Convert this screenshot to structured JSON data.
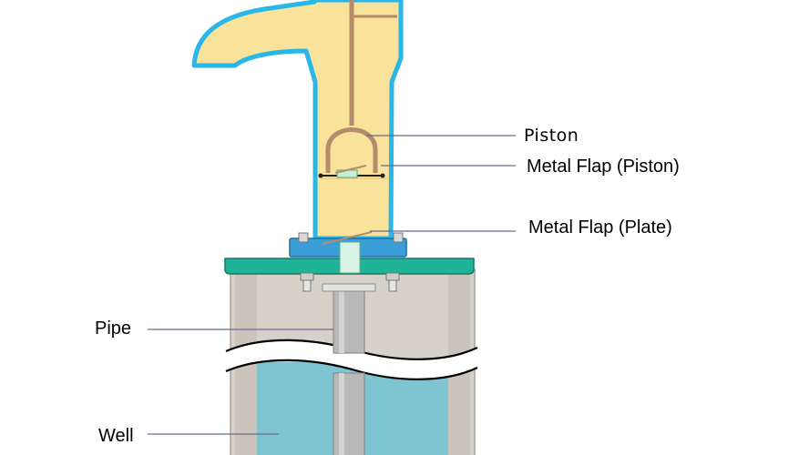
{
  "labels": {
    "piston": "Piston",
    "metal_flap_piston": "Metal Flap (Piston)",
    "metal_flap_plate": "Metal Flap (Plate)",
    "pipe": "Pipe",
    "well": "Well"
  },
  "colors": {
    "pump_body": "#f9e29a",
    "pump_outline": "#29b6e8",
    "plate": "#1fb49a",
    "flange": "#3a9fd8",
    "well_wall": "#d7d1c8",
    "water": "#7fc4d1",
    "pipe": "#b9b9b9",
    "rod": "#b58b6b"
  }
}
